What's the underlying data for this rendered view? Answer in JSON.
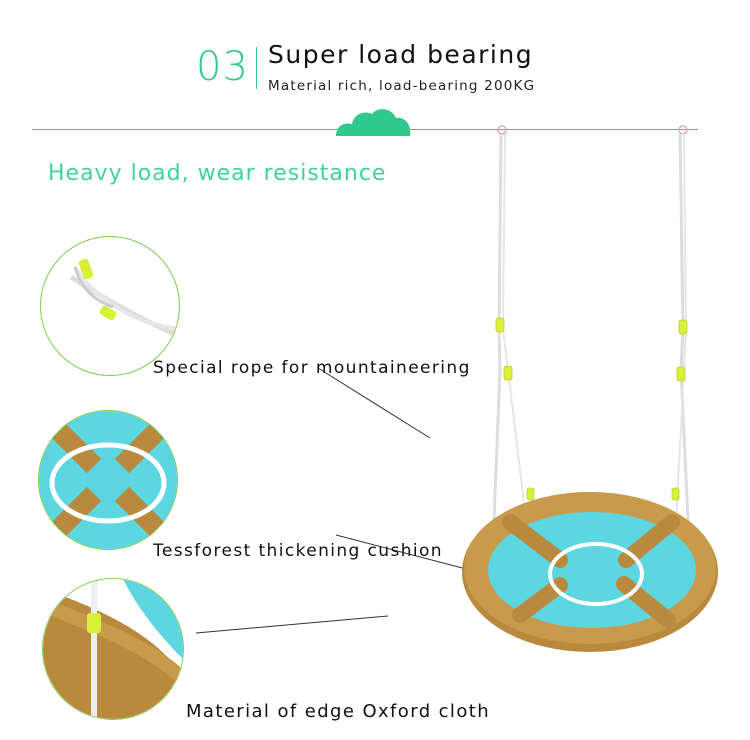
{
  "header": {
    "number": "03",
    "title": "Super load bearing",
    "subtitle": "Material rich, load-bearing 200KG"
  },
  "headline": "Heavy load, wear resistance",
  "features": [
    {
      "label": "Special rope for mountaineering",
      "image": "rope-closeup"
    },
    {
      "label": "Tessforest thickening cushion",
      "image": "cushion-closeup"
    },
    {
      "label": "Material of edge Oxford cloth",
      "image": "edge-closeup"
    }
  ],
  "colors": {
    "accent_green": "#2fc98a",
    "headline_green": "#3fd39a",
    "circle_border": "#7fcf4f",
    "cushion_blue": "#5cd6e0",
    "oxford_brown": "#b98a3e",
    "rope_marker": "#d8f03a"
  }
}
